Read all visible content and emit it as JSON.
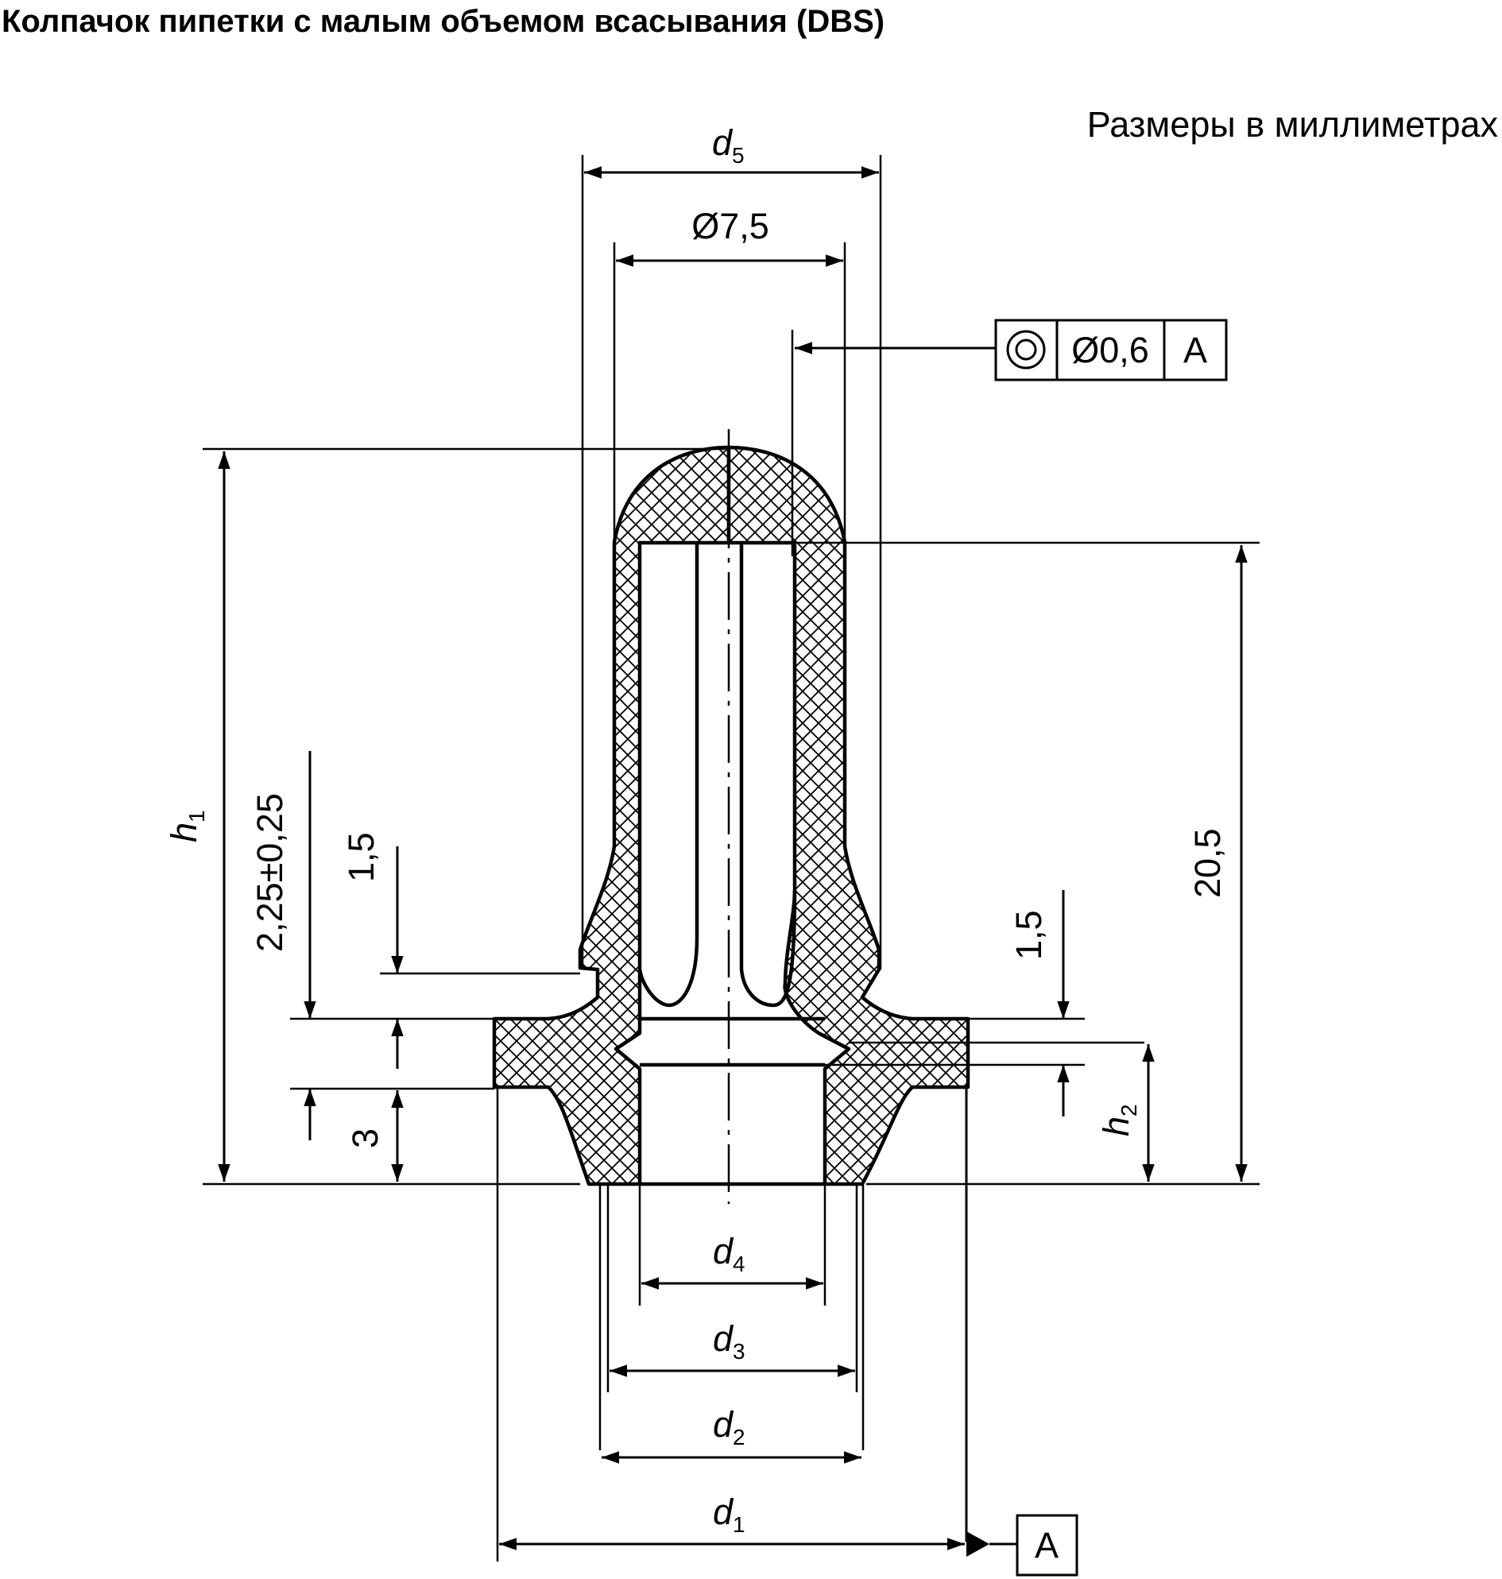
{
  "title": "Колпачок пипетки с малым объемом всасывания (DBS)",
  "units_note": "Размеры в миллиметрах",
  "dimensions": {
    "d5": {
      "letter": "d",
      "index": "5"
    },
    "dia_7_5": "Ø7,5",
    "h1": {
      "letter": "h",
      "index": "1"
    },
    "tol_2_25": "2,25±0,25",
    "left_1_5": "1,5",
    "left_3": "3",
    "right_1_5": "1,5",
    "h2": {
      "letter": "h",
      "index": "2"
    },
    "right_20_5": "20,5",
    "d4": {
      "letter": "d",
      "index": "4"
    },
    "d3": {
      "letter": "d",
      "index": "3"
    },
    "d2": {
      "letter": "d",
      "index": "2"
    },
    "d1": {
      "letter": "d",
      "index": "1"
    }
  },
  "tolerance_frame": {
    "symbol": "concentricity-icon",
    "value": "Ø0,6",
    "datum": "A"
  },
  "datum_label": "A"
}
